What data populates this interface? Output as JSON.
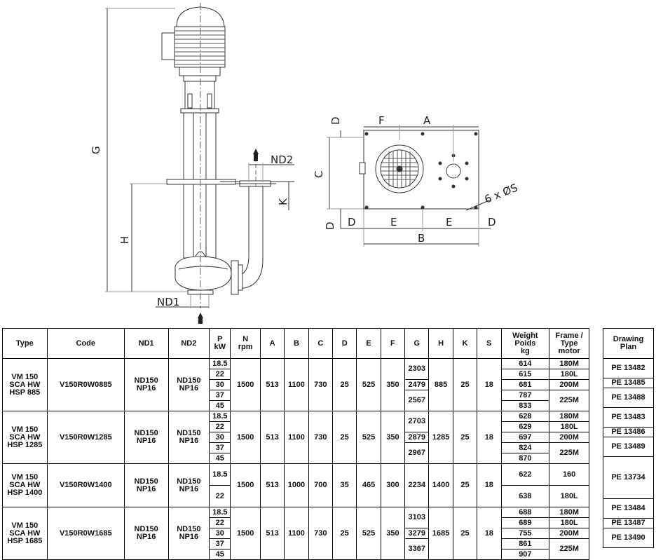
{
  "drawing_labels": {
    "G": "G",
    "H": "H",
    "ND1": "ND1",
    "ND2": "ND2",
    "K": "K",
    "D": "D",
    "E": "E",
    "F": "F",
    "A": "A",
    "B": "B",
    "C": "C",
    "holes": "6 x ØS"
  },
  "headers": {
    "type": "Type",
    "code": "Code",
    "nd1": "ND1",
    "nd2": "ND2",
    "p": "P",
    "p_unit": "kW",
    "n": "N",
    "n_unit": "rpm",
    "a": "A",
    "b": "B",
    "c": "C",
    "d": "D",
    "e": "E",
    "f": "F",
    "g": "G",
    "h": "H",
    "k": "K",
    "s": "S",
    "weight": "Weight",
    "weight2": "Poids",
    "weight3": "kg",
    "frame": "Frame /",
    "frame2": "Type",
    "frame3": "motor",
    "drawing": "Drawing",
    "drawing2": "Plan"
  },
  "groups": [
    {
      "type": [
        "VM 150",
        "SCA HW",
        "HSP 885"
      ],
      "code": "V150R0W0885",
      "nd1": [
        "ND150",
        "NP16"
      ],
      "nd2": [
        "ND150",
        "NP16"
      ],
      "p": [
        "18.5",
        "22",
        "30",
        "37",
        "45"
      ],
      "n": "1500",
      "a": "513",
      "b": "1100",
      "c": "730",
      "d": "25",
      "e": "525",
      "f": "350",
      "g": [
        "2303",
        "2479",
        "2567"
      ],
      "h": "885",
      "k": "25",
      "s": "18",
      "weight": [
        "614",
        "615",
        "681",
        "787",
        "833"
      ],
      "frame": [
        "180M",
        "180L",
        "200M",
        "225M"
      ],
      "plan": [
        "PE 13482",
        "PE 13485",
        "PE 13488"
      ]
    },
    {
      "type": [
        "VM 150",
        "SCA HW",
        "HSP 1285"
      ],
      "code": "V150R0W1285",
      "nd1": [
        "ND150",
        "NP16"
      ],
      "nd2": [
        "ND150",
        "NP16"
      ],
      "p": [
        "18.5",
        "22",
        "30",
        "37",
        "45"
      ],
      "n": "1500",
      "a": "513",
      "b": "1100",
      "c": "730",
      "d": "25",
      "e": "525",
      "f": "350",
      "g": [
        "2703",
        "2879",
        "2967"
      ],
      "h": "1285",
      "k": "25",
      "s": "18",
      "weight": [
        "628",
        "629",
        "697",
        "824",
        "870"
      ],
      "frame": [
        "180M",
        "180L",
        "200M",
        "225M"
      ],
      "plan": [
        "PE 13483",
        "PE 13486",
        "PE 13489"
      ]
    },
    {
      "type": [
        "VM 150",
        "SCA HW",
        "HSP 1400"
      ],
      "code": "V150R0W1400",
      "nd1": [
        "ND150",
        "NP16"
      ],
      "nd2": [
        "ND150",
        "NP16"
      ],
      "p": [
        "18.5",
        "22"
      ],
      "n": "1500",
      "a": "513",
      "b": "1000",
      "c": "700",
      "d": "35",
      "e": "465",
      "f": "300",
      "g": [
        "2234"
      ],
      "h": "1400",
      "k": "25",
      "s": "18",
      "weight": [
        "622",
        "638"
      ],
      "frame": [
        "160",
        "180L"
      ],
      "plan": [
        "PE 13734"
      ]
    },
    {
      "type": [
        "VM 150",
        "SCA HW",
        "HSP 1685"
      ],
      "code": "V150R0W1685",
      "nd1": [
        "ND150",
        "NP16"
      ],
      "nd2": [
        "ND150",
        "NP16"
      ],
      "p": [
        "18.5",
        "22",
        "30",
        "37",
        "45"
      ],
      "n": "1500",
      "a": "513",
      "b": "1100",
      "c": "730",
      "d": "25",
      "e": "525",
      "f": "350",
      "g": [
        "3103",
        "3279",
        "3367"
      ],
      "h": "1685",
      "k": "25",
      "s": "18",
      "weight": [
        "688",
        "689",
        "755",
        "861",
        "907"
      ],
      "frame": [
        "180M",
        "180L",
        "200M",
        "225M"
      ],
      "plan": [
        "PE 13484",
        "PE 13487",
        "PE 13490"
      ]
    }
  ]
}
